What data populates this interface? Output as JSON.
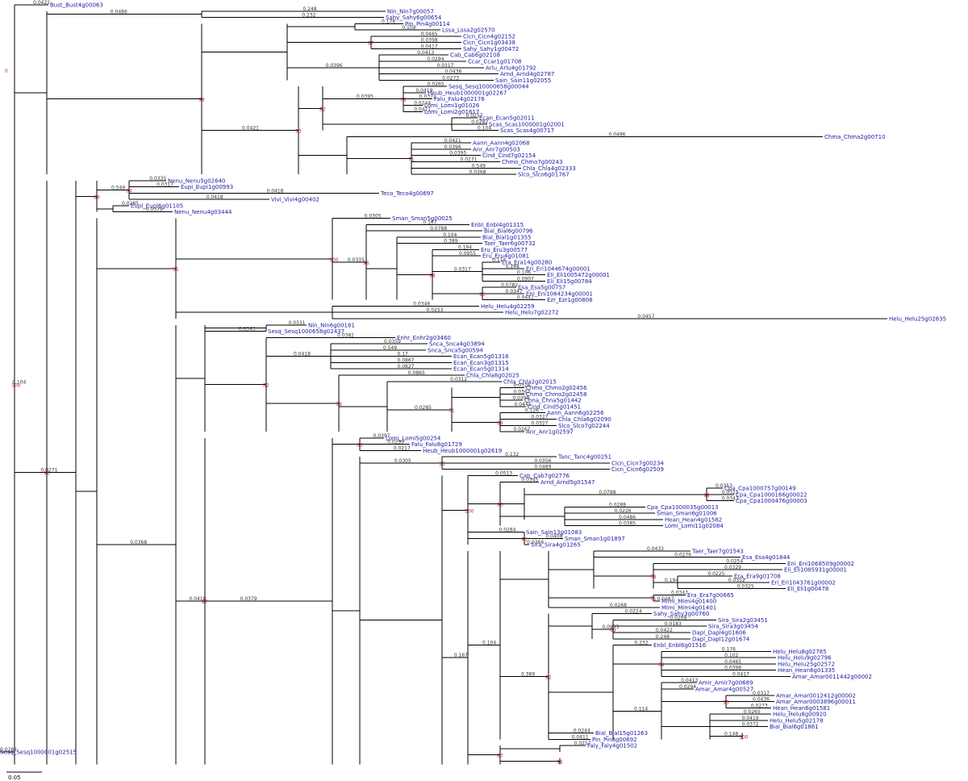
{
  "tree": {
    "leaves": [
      "Bust_Bust4g00063",
      "Nin_Nin7g00057",
      "Sahy_Sahy6g00654",
      "Pin_Pin4g00114",
      "Lssa_Lssa2g02570",
      "Cicn_Cicn4g02152",
      "Cicn_Cicn1g03438",
      "Sahy_Sahy1g00472",
      "Cab_Cab6g02108",
      "Ccar_Ccar1g01708",
      "Arlu_Arlu4g01792",
      "Arnd_Arnd4g02787",
      "Sain_Sain11g02055",
      "Sesq_Sesq10000658g00044",
      "Heub_Heub1000001g02267",
      "Falu_Falu4g02176",
      "Lomi_Lomi1g01026",
      "Lomi_Lomi2g01617",
      "Ecan_Ecan5g02011",
      "Scas_Scas1000001g02001",
      "Scas_Scas4g00717",
      "Chma_Chma2g00710",
      "Aann_Aann4g02068",
      "Anr_Anr7g00503",
      "Cind_Cind7g02154",
      "Chmo_Chmo7g00243",
      "Chla_Chla4g02333",
      "Slco_Slco6g01767",
      "Nenu_Nenu5g02640",
      "Eupi_Eupi1g00993",
      "Teco_Teco4g00697",
      "Vivi_Vivi4g00402",
      "Eupl_Eupl6g01105",
      "Nenu_Nenu4g03444",
      "Sman_Sman5g00025",
      "Enbl_Enbl4g01315",
      "Bial_Bial6g00796",
      "Bial_Bial1g01355",
      "Taer_Taer6g00732",
      "Eru_Eru3g00577",
      "Eru_Eru4g01081",
      "Era_Era14g00280",
      "Eri_Eri1044674g00001",
      "Eli_Eli1005472g00001",
      "Eli_Eli15g00784",
      "Esa_Esa5g00757",
      "Eni_Eni1064234g00001",
      "Ezr_Ezr1g00808",
      "Helu_Helu4g02259",
      "Helu_Helu7g02272",
      "Helu_Helu25g02835",
      "Nin_Nin6g00181",
      "Sesq_Sesq1000658g02437",
      "Enhr_Enhr2g03460",
      "Snca_Snca4g03894",
      "Snca_Snca5g00594",
      "Ecan_Ecan5g01316",
      "Ecan_Ecan3g01315",
      "Ecan_Ecan5g01314",
      "Chla_Chla8g02025",
      "Chla_Chla2g02015",
      "Chmo_Chmo2g02456",
      "Chmo_Chmo2g02458",
      "Chna_Chna5g01442",
      "Cind_Cind5g01451",
      "Aann_Aann6g02256",
      "Chla_Chla6g02090",
      "Slco_Slco7g02244",
      "Anr_Anr1g02597",
      "Lomi_Lomi5g00254",
      "Falu_Falu8g01729",
      "Heub_Heub1000001g02619",
      "Tanc_Tanc4g00251",
      "Cicn_Cicn7g00234",
      "Cicn_Cicn6g02509",
      "Cab_Cab7g02776",
      "Arnd_Arnd5g01547",
      "Cpa_Cpa1000757g00149",
      "Cpa_Cpa1000166g00022",
      "Cpa_Cpa1000476g00003",
      "Cpa_Cpa1000035g00013",
      "Sman_Sman6g01006",
      "Hean_Hean4g01582",
      "Lomi_Lomi11g02084",
      "Sain_Sain13g01083",
      "Sman_Sman1g01897",
      "Sira_Sira4g01265",
      "Taer_Taer7g01543",
      "Esa_Esa4g01844",
      "Eni_Eni1068509g00002",
      "Eli_Eli1085931g00001",
      "Era_Era9g01708",
      "Eri_Eri1043761g00002",
      "Eli_Eli1g00478",
      "Era_Era7g00665",
      "Mimi_Mimi4g01400",
      "Mimi_Mimi4g01401",
      "Sahy_Sahy3g00760",
      "Sira_Sira2g03451",
      "Sira_Sira3g03454",
      "Dapl_Dapl4g01606",
      "Dapl_Dapl12g01674",
      "Enbl_Enbl6g01516",
      "Helu_Helu8g02785",
      "Helu_Helu9g02796",
      "Helu_Helu25g02572",
      "Hean_Hean6g01335",
      "Amar_Amar0011442g00002",
      "Amir_Amir7g00689",
      "Amar_Amar4g00527",
      "Amar_Amar0012412g00002",
      "Amar_Amar0003896g00011",
      "Hean_Hean6g01581",
      "Helu_Helu8g00920",
      "Helu_Helu5g02178",
      "Bial_Bial6g01861",
      "Bial_Bial15g01263",
      "Pin_Pin8g00692",
      "Faly_Faly4g01502",
      "Sesq_Sesq1000001g02515"
    ],
    "branch_lengths": [
      "0.0422",
      "0.248",
      "0.232",
      "0.176",
      "0.102",
      "0.0465",
      "0.0398",
      "0.0417",
      "0.0413",
      "0.0294",
      "0.0317",
      "0.0436",
      "0.0273",
      "0.0265",
      "0.0419",
      "0.0372",
      "0.0244",
      "0.0411",
      "0.0257",
      "0.0282",
      "0.104",
      "0.0486",
      "0.0421",
      "0.0396",
      "0.0395",
      "0.0271",
      "0.549",
      "0.0368",
      "0.0335",
      "0.0317",
      "0.0418",
      "0.0418",
      "0.0285",
      "0.0379",
      "0.0305",
      "0.167",
      "0.0788",
      "0.104",
      "0.389",
      "0.194",
      "0.0955",
      "0.114",
      "0.148",
      "0.106",
      "0.0907",
      "0.0782",
      "0.0347",
      "0.0441",
      "0.0349",
      "0.0253",
      "0.0457",
      "0.0331",
      "0.0343",
      "0.0382",
      "0.0359",
      "0.549",
      "0.17",
      "0.0867",
      "0.0827",
      "0.0865",
      "0.0312",
      "0.0326",
      "0.0367",
      "0.0398",
      "0.0445",
      "0.126",
      "0.0327",
      "0.0327",
      "0.0267",
      "0.0397",
      "0.0299",
      "0.0217",
      "0.132",
      "0.0356",
      "0.0489",
      "0.0513",
      "0.0345",
      "0.0353",
      "0.0311",
      "0.0343",
      "0.0288",
      "0.0226",
      "0.0486",
      "0.0385",
      "0.0284",
      "0.0408",
      "0.0366",
      "0.0433",
      "0.0276",
      "0.0254",
      "0.0329",
      "0.0225",
      "0.0352",
      "0.0325",
      "0.0347",
      "0.0287",
      "0.0268",
      "0.0224",
      "0.0208",
      "0.0183"
    ],
    "bootstrap": [
      "100",
      "96",
      "98",
      "93",
      "87",
      "82",
      "78",
      "71",
      "69",
      "64",
      "55"
    ],
    "root_label": "0",
    "scale_bar": "0.05"
  },
  "colors": {
    "branch": "#000000",
    "leaf_label": "#1a1aa6",
    "bootstrap": "#cc2222",
    "branch_length": "#333333"
  }
}
